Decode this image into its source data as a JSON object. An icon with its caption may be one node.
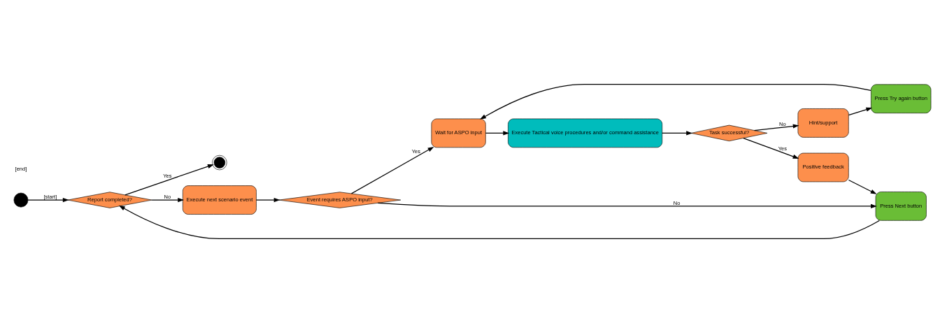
{
  "diagram": {
    "nodes": [
      {
        "text": [],
        "shape": "circle"
      },
      {
        "text": [
          "Report completed?"
        ]
      },
      {
        "text": [],
        "shape": "circle"
      },
      {
        "text": [
          "Execute next scenario event"
        ]
      },
      {
        "text": [
          "Event requires ASPO input?"
        ]
      },
      {
        "text": [
          "Press Next button"
        ]
      },
      {
        "text": [
          "Positive feedback"
        ]
      },
      {
        "text": [
          "Task successful?"
        ]
      },
      {
        "text": [
          "Hint/support"
        ]
      },
      {
        "text": [
          "Press Try again button"
        ]
      },
      {
        "text": [
          "Wait for ASPO input"
        ]
      },
      {
        "text": [
          "Execute Tactical voice procedures and/or command assistance"
        ]
      }
    ],
    "edges": [
      {
        "from": 0,
        "to": 1,
        "arrow": "to",
        "label": "[start]"
      },
      {
        "from": 1,
        "to": 2,
        "arrow": "to",
        "label": "Yes"
      },
      {
        "from": 1,
        "to": 3,
        "arrow": "to",
        "label": "No"
      },
      {
        "from": 3,
        "to": 4,
        "arrow": "to"
      },
      {
        "from": 4,
        "to": 5,
        "arrow": "to",
        "label": "No"
      },
      {
        "from": 4,
        "to": 10,
        "arrow": "to",
        "label": "Yes"
      },
      {
        "from": 5,
        "to": 1,
        "arrow": "to"
      },
      {
        "from": 6,
        "to": 5,
        "arrow": "to"
      },
      {
        "from": 7,
        "to": 6,
        "arrow": "to",
        "label": "Yes"
      },
      {
        "from": 7,
        "to": 8,
        "arrow": "to",
        "label": "No"
      },
      {
        "from": 8,
        "to": 9,
        "arrow": "to"
      },
      {
        "from": 9,
        "to": 10,
        "arrow": "to"
      },
      {
        "from": 10,
        "to": 11,
        "arrow": "to"
      },
      {
        "from": 11,
        "to": 7,
        "arrow": "to"
      }
    ],
    "labels": [
      "[end]"
    ]
  }
}
